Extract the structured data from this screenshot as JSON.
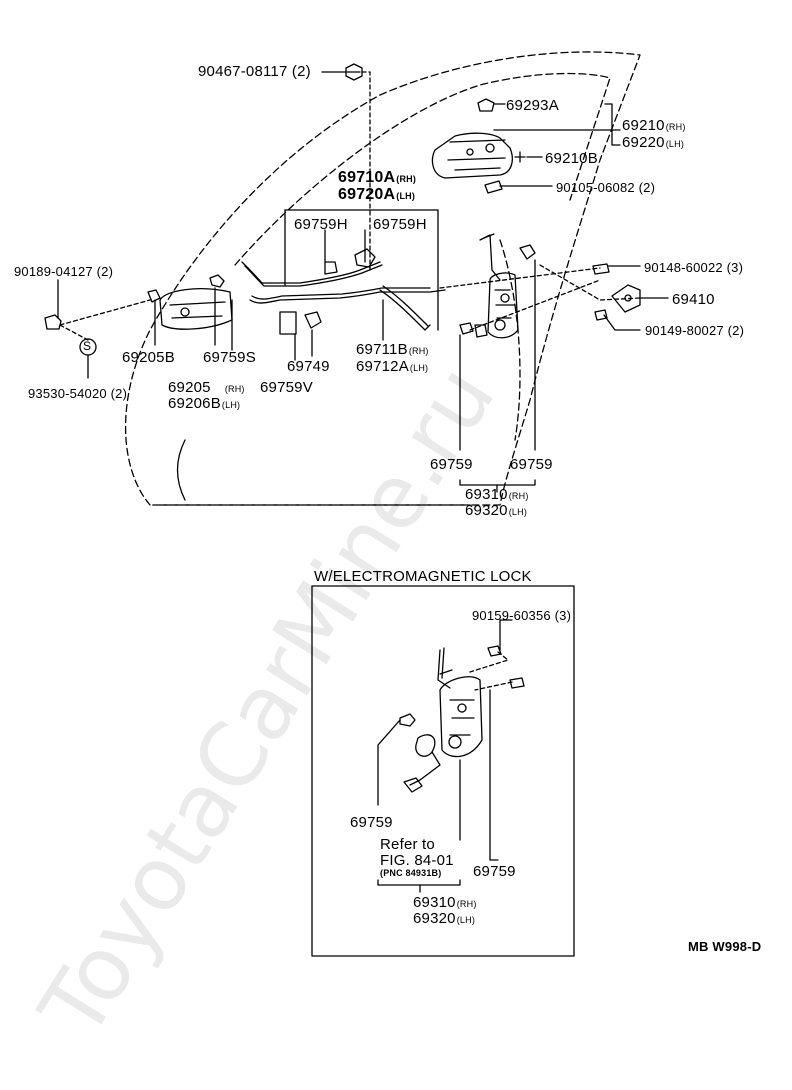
{
  "watermark": "ToyotaCarMine.ru",
  "diagram_id": "MB W998-D",
  "inset_title": "W/ELECTROMAGNETIC LOCK",
  "labels": {
    "p90467": "90467-08117 (2)",
    "p69293A": "69293A",
    "p69210": "69210",
    "p69220": "69220",
    "p69210B": "69210B",
    "p69710A": "69710A",
    "p69720A": "69720A",
    "p90105": "90105-06082 (2)",
    "p69759H_1": "69759H",
    "p69759H_2": "69759H",
    "p90189": "90189-04127 (2)",
    "p90148": "90148-60022 (3)",
    "p69410": "69410",
    "p90149": "90149-80027 (2)",
    "pS": "S",
    "p69205B": "69205B",
    "p69759S": "69759S",
    "p69749": "69749",
    "p69711B": "69711B",
    "p69712A": "69712A",
    "p69205": "69205",
    "p69206B": "69206B",
    "p69759V": "69759V",
    "p93530": "93530-54020 (2)",
    "p69759_a": "69759",
    "p69759_b": "69759",
    "p69310": "69310",
    "p69320": "69320",
    "p90159": "90159-60356 (3)",
    "p69759_c": "69759",
    "refer1": "Refer to",
    "refer2": "FIG. 84-01",
    "refer3": "(PNC 84931B)",
    "p69759_d": "69759",
    "p69310_i": "69310",
    "p69320_i": "69320"
  },
  "suffix": {
    "rh": "(RH)",
    "lh": "(LH)"
  }
}
